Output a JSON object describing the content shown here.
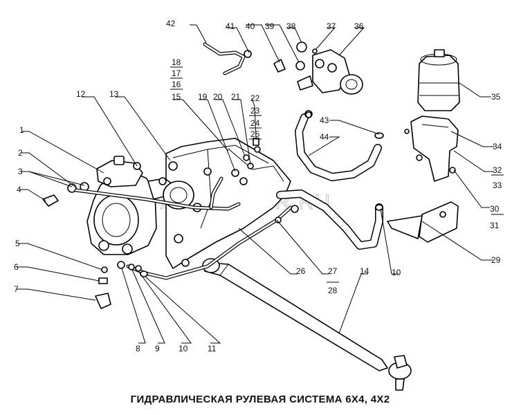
{
  "caption": "ГИДРАВЛИЧЕСКАЯ РУЛЕВАЯ СИСТЕМА 6X4, 4X2",
  "watermark": "AUTOPITER.RU",
  "callouts": {
    "c1": "1",
    "c2": "2",
    "c3": "3",
    "c4": "4",
    "c5": "5",
    "c6": "6",
    "c7": "7",
    "c8": "8",
    "c9": "9",
    "c10a": "10",
    "c11": "11",
    "c12": "12",
    "c13": "13",
    "c14": "14",
    "c15": "15",
    "c16": "16",
    "c17": "17",
    "c18": "18",
    "c19": "19",
    "c20": "20",
    "c21": "21",
    "c22": "22",
    "c23": "23",
    "c24": "24",
    "c25": "25",
    "c26": "26",
    "c27": "27",
    "c28": "28",
    "c29": "29",
    "c30": "30",
    "c31": "31",
    "c32": "32",
    "c33": "33",
    "c34": "34",
    "c35": "35",
    "c36": "36",
    "c37": "37",
    "c38": "38",
    "c39": "39",
    "c40": "40",
    "c41": "41",
    "c42": "42",
    "c43": "43",
    "c44": "44",
    "c10b": "10"
  }
}
